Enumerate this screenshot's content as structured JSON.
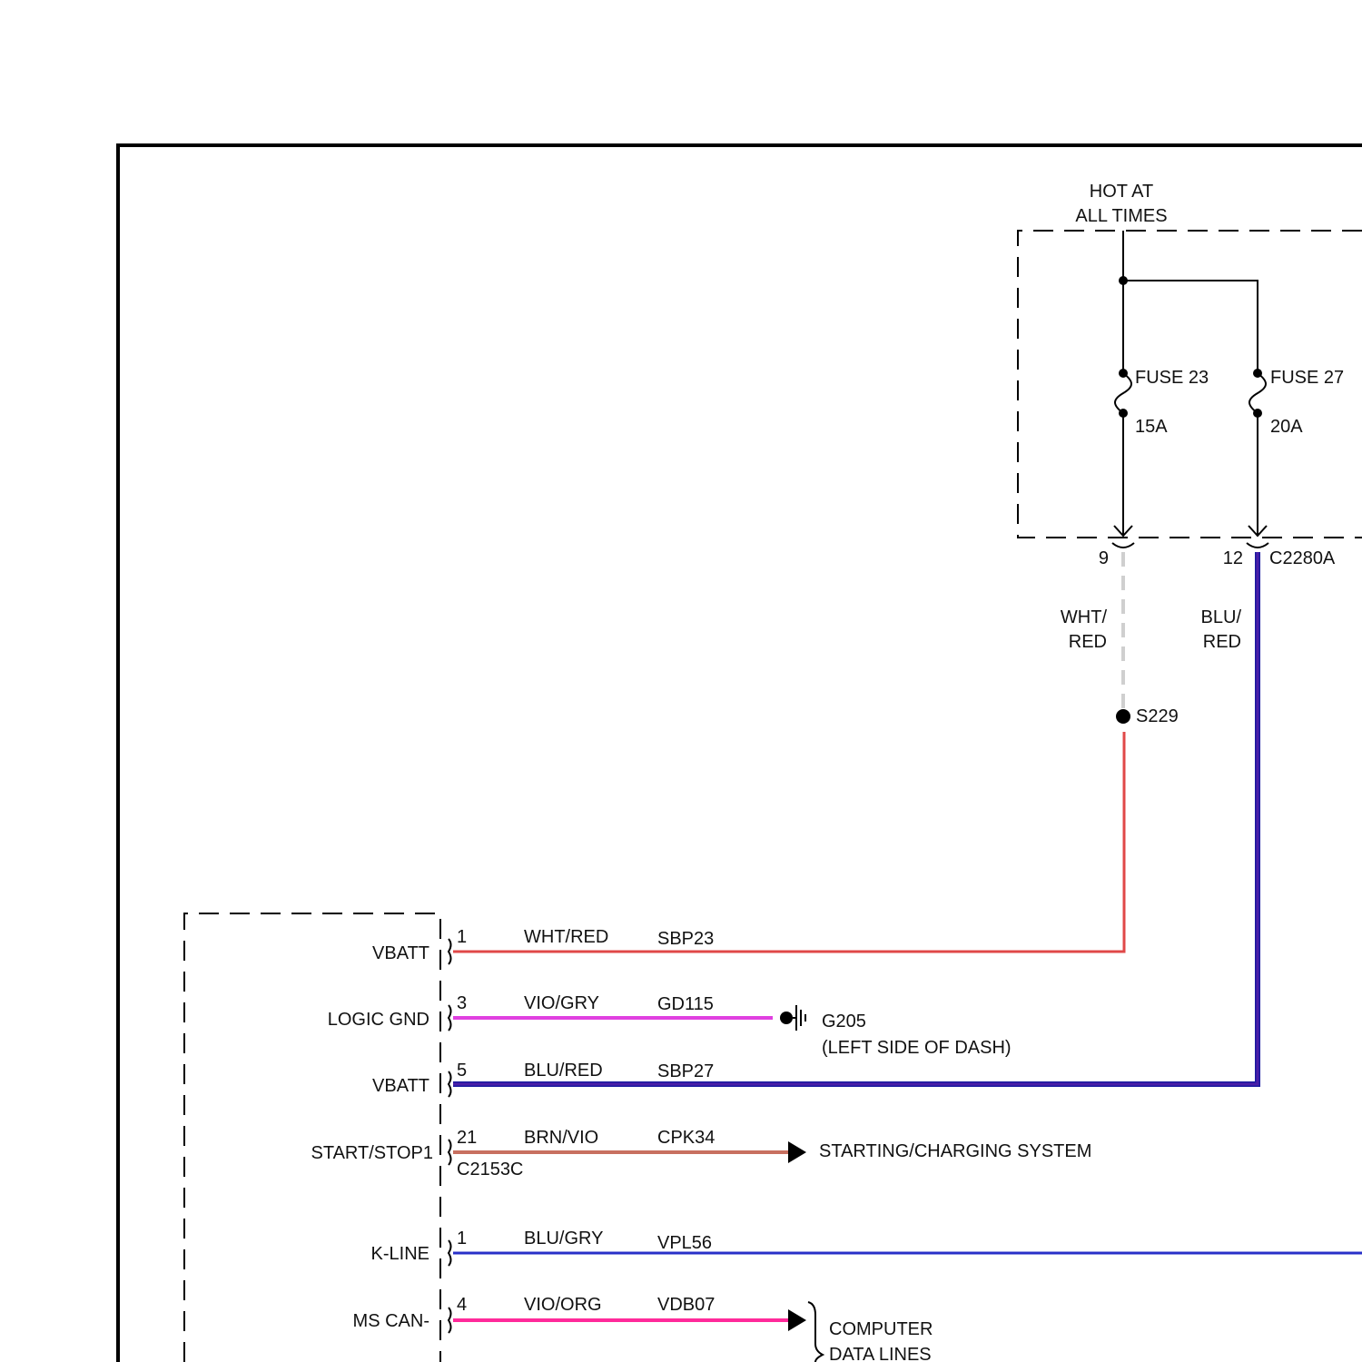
{
  "colors": {
    "wht_red": "#e04848",
    "wht_red_dashed": "#cfcfcf",
    "blu_red": "#4a1fa8",
    "blu_red_edge": "#1a1aa0",
    "vio_gry": "#e040e0",
    "brn_vio": "#c87060",
    "blu_gry": "#2830c8",
    "vio_org": "#ff2a9a"
  },
  "power": {
    "hot_line1": "HOT AT",
    "hot_line2": "ALL TIMES",
    "fuse23_name": "FUSE 23",
    "fuse23_rating": "15A",
    "fuse27_name": "FUSE 27",
    "fuse27_rating": "20A",
    "pin9": "9",
    "pin12": "12",
    "connector": "C2280A"
  },
  "wires_upper": {
    "left_color_line1": "WHT/",
    "left_color_line2": "RED",
    "right_color_line1": "BLU/",
    "right_color_line2": "RED",
    "splice": "S229"
  },
  "module": {
    "rows": [
      {
        "label": "VBATT",
        "pin": "1",
        "color": "WHT/RED",
        "circuit": "SBP23"
      },
      {
        "label": "LOGIC GND",
        "pin": "3",
        "color": "VIO/GRY",
        "circuit": "GD115"
      },
      {
        "label": "VBATT",
        "pin": "5",
        "color": "BLU/RED",
        "circuit": "SBP27"
      },
      {
        "label": "START/STOP1",
        "pin": "21",
        "color": "BRN/VIO",
        "circuit": "CPK34"
      },
      {
        "label": "K-LINE",
        "pin": "1",
        "color": "BLU/GRY",
        "circuit": "VPL56"
      },
      {
        "label": "MS CAN-",
        "pin": "4",
        "color": "VIO/ORG",
        "circuit": "VDB07"
      }
    ],
    "connector": "C2153C"
  },
  "destinations": {
    "ground_name": "G205",
    "ground_location": "(LEFT SIDE OF DASH)",
    "starting": "STARTING/CHARGING SYSTEM",
    "computer_line1": "COMPUTER",
    "computer_line2": "DATA LINES"
  }
}
